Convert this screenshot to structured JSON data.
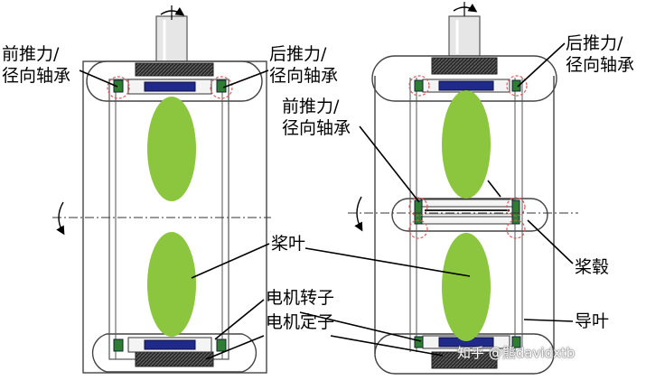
{
  "labels": {
    "left_front_bearing": [
      "前推力/",
      "径向轴承"
    ],
    "left_rear_bearing": [
      "后推力/",
      "径向轴承"
    ],
    "mid_front_bearing": [
      "前推力/",
      "径向轴承"
    ],
    "right_rear_bearing": [
      "后推力/",
      "径向轴承"
    ],
    "impeller_blade": "桨叶",
    "hub": "桨毂",
    "motor_rotor": "电机转子",
    "motor_stator": "电机定子",
    "guide_vane": "导叶"
  },
  "watermark": "知乎 @熊davidxtb",
  "colors": {
    "blade_green": "#8cc63f",
    "stator_hatch": "#333333",
    "rotor_blue": "#1f2a8a",
    "bearing_green": "#2e7d32",
    "bearing_circle_red": "#e05a5a",
    "outline": "#333333"
  }
}
